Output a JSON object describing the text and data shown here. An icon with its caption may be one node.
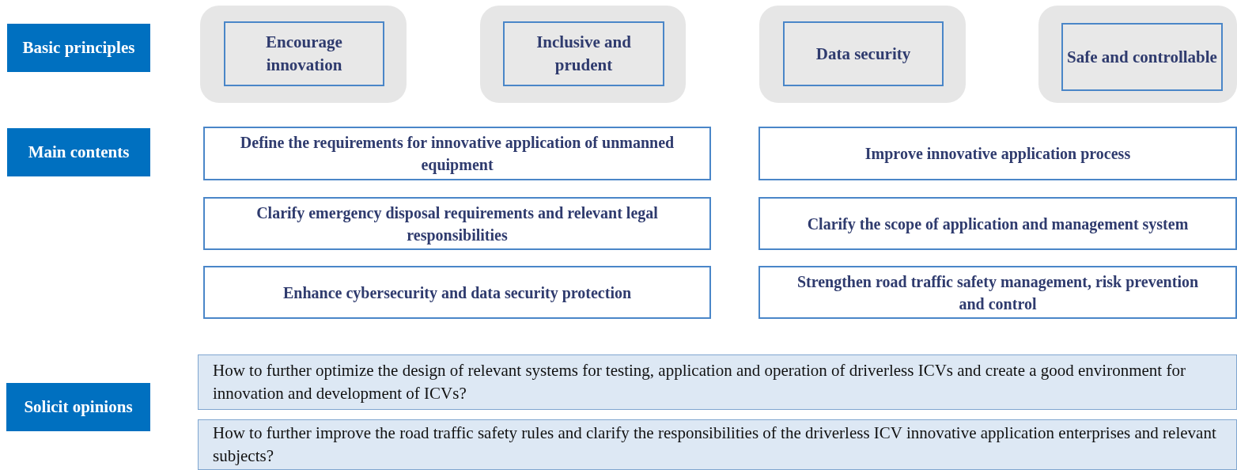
{
  "diagram": {
    "nodes": [
      {
        "text": [
          "Basic principles"
        ]
      },
      {
        "text": [
          "Encourage innovation"
        ]
      },
      {
        "text": [
          "Inclusive and prudent"
        ]
      },
      {
        "text": [
          "Data security"
        ]
      },
      {
        "text": [
          "Safe and controllable"
        ]
      },
      {
        "text": [
          "Main contents"
        ]
      },
      {
        "text": [
          "Define the requirements for innovative application of unmanned equipment"
        ]
      },
      {
        "text": [
          "Improve innovative application process"
        ]
      },
      {
        "text": [
          "Clarify emergency disposal requirements and relevant legal responsibilities"
        ]
      },
      {
        "text": [
          "Clarify the scope of application and management system"
        ]
      },
      {
        "text": [
          "Enhance cybersecurity and data security protection"
        ]
      },
      {
        "text": [
          "Strengthen road traffic safety management, risk prevention and control"
        ]
      },
      {
        "text": [
          "Solicit opinions"
        ]
      },
      {
        "text": [
          "How to further optimize the design of relevant systems for testing, application and operation of driverless ICVs and create a good environment for innovation and development of ICVs?"
        ]
      },
      {
        "text": [
          "How to further improve the road traffic safety rules and clarify the responsibilities of the driverless ICV innovative application enterprises and relevant subjects?"
        ]
      }
    ],
    "edges": []
  }
}
